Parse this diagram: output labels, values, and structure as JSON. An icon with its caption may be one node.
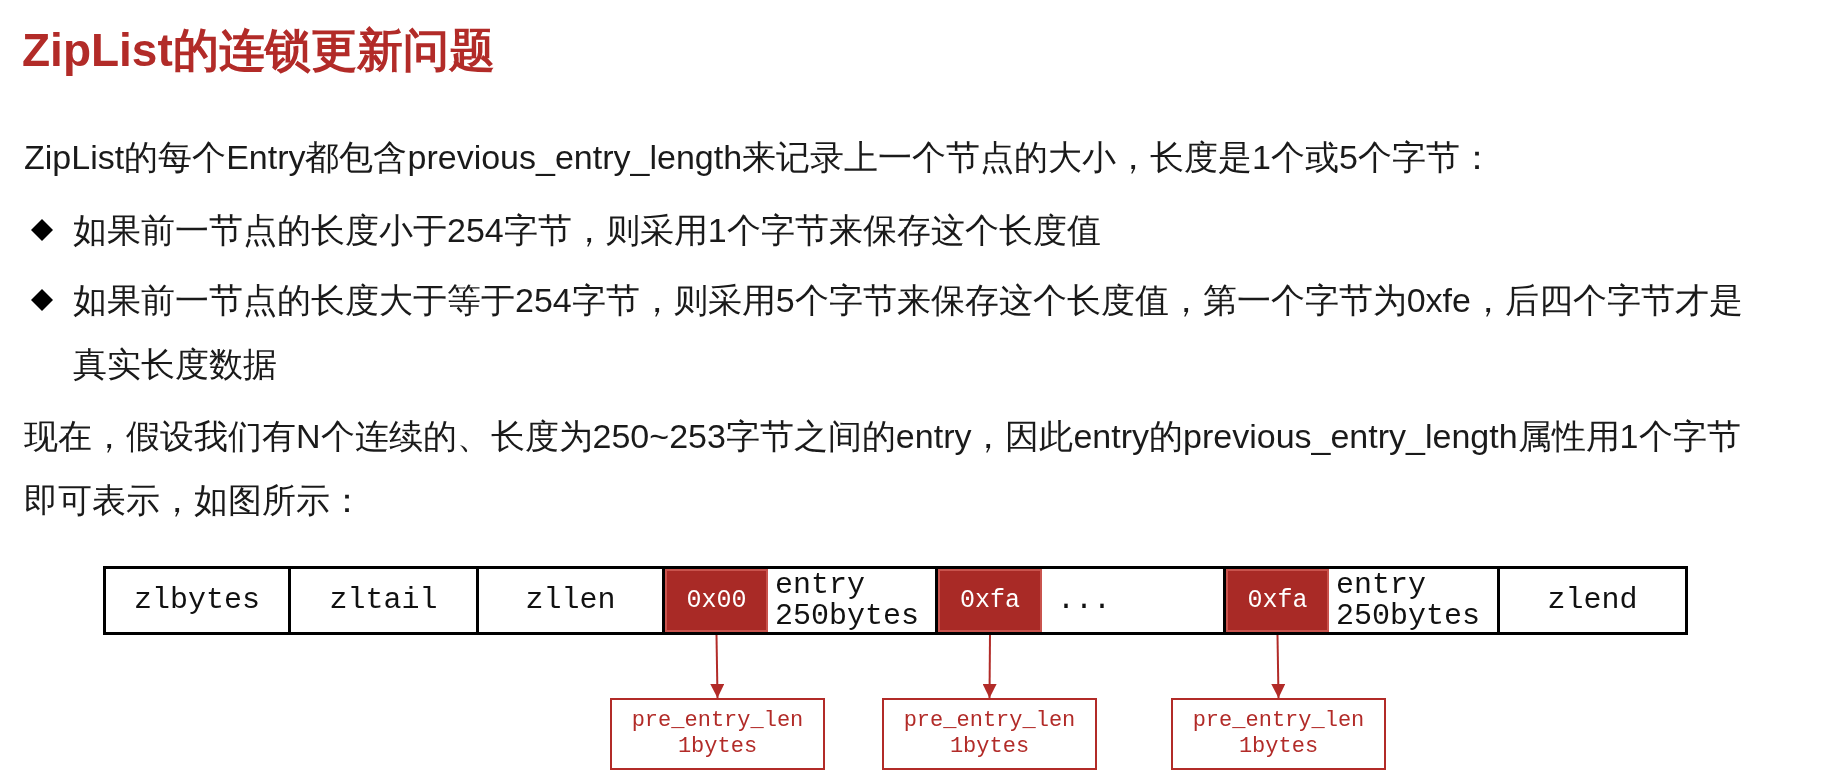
{
  "diagram": {
    "title": "ZipList的连锁更新问题",
    "nodes": [
      {
        "text": [
          "zlbytes"
        ]
      },
      {
        "text": [
          "zltail"
        ]
      },
      {
        "text": [
          "zllen"
        ]
      },
      {
        "text": [
          "0x00"
        ]
      },
      {
        "text": [
          "entry 250bytes"
        ]
      },
      {
        "text": [
          "0xfa"
        ]
      },
      {
        "text": [
          "..."
        ]
      },
      {
        "text": [
          "0xfa"
        ]
      },
      {
        "text": [
          "entry 250bytes"
        ]
      },
      {
        "text": [
          "zlend"
        ]
      },
      {
        "text": [
          "pre_entry_len 1bytes"
        ]
      },
      {
        "text": [
          "pre_entry_len 1bytes"
        ]
      },
      {
        "text": [
          "pre_entry_len 1bytes"
        ]
      }
    ],
    "edges": [
      {
        "from": 3,
        "to": 10,
        "arrow": "to"
      },
      {
        "from": 5,
        "to": 11,
        "arrow": "to"
      },
      {
        "from": 7,
        "to": 12,
        "arrow": "to"
      }
    ],
    "labels": [
      "ZipList的每个Entry都包含previous_entry_length来记录上一个节点的大小，长度是1个或5个字节：",
      "如果前一节点的长度小于254字节，则采用1个字节来保存这个长度值",
      "如果前一节点的长度大于等于254字节，则采用5个字节来保存这个长度值，第一个字节为0xfe，后四个字节才是真实长度数据",
      "现在，假设我们有N个连续的、长度为250~253字节之间的entry，因此entry的previous_entry_length属性用1个字节即可表示，如图所示："
    ]
  }
}
